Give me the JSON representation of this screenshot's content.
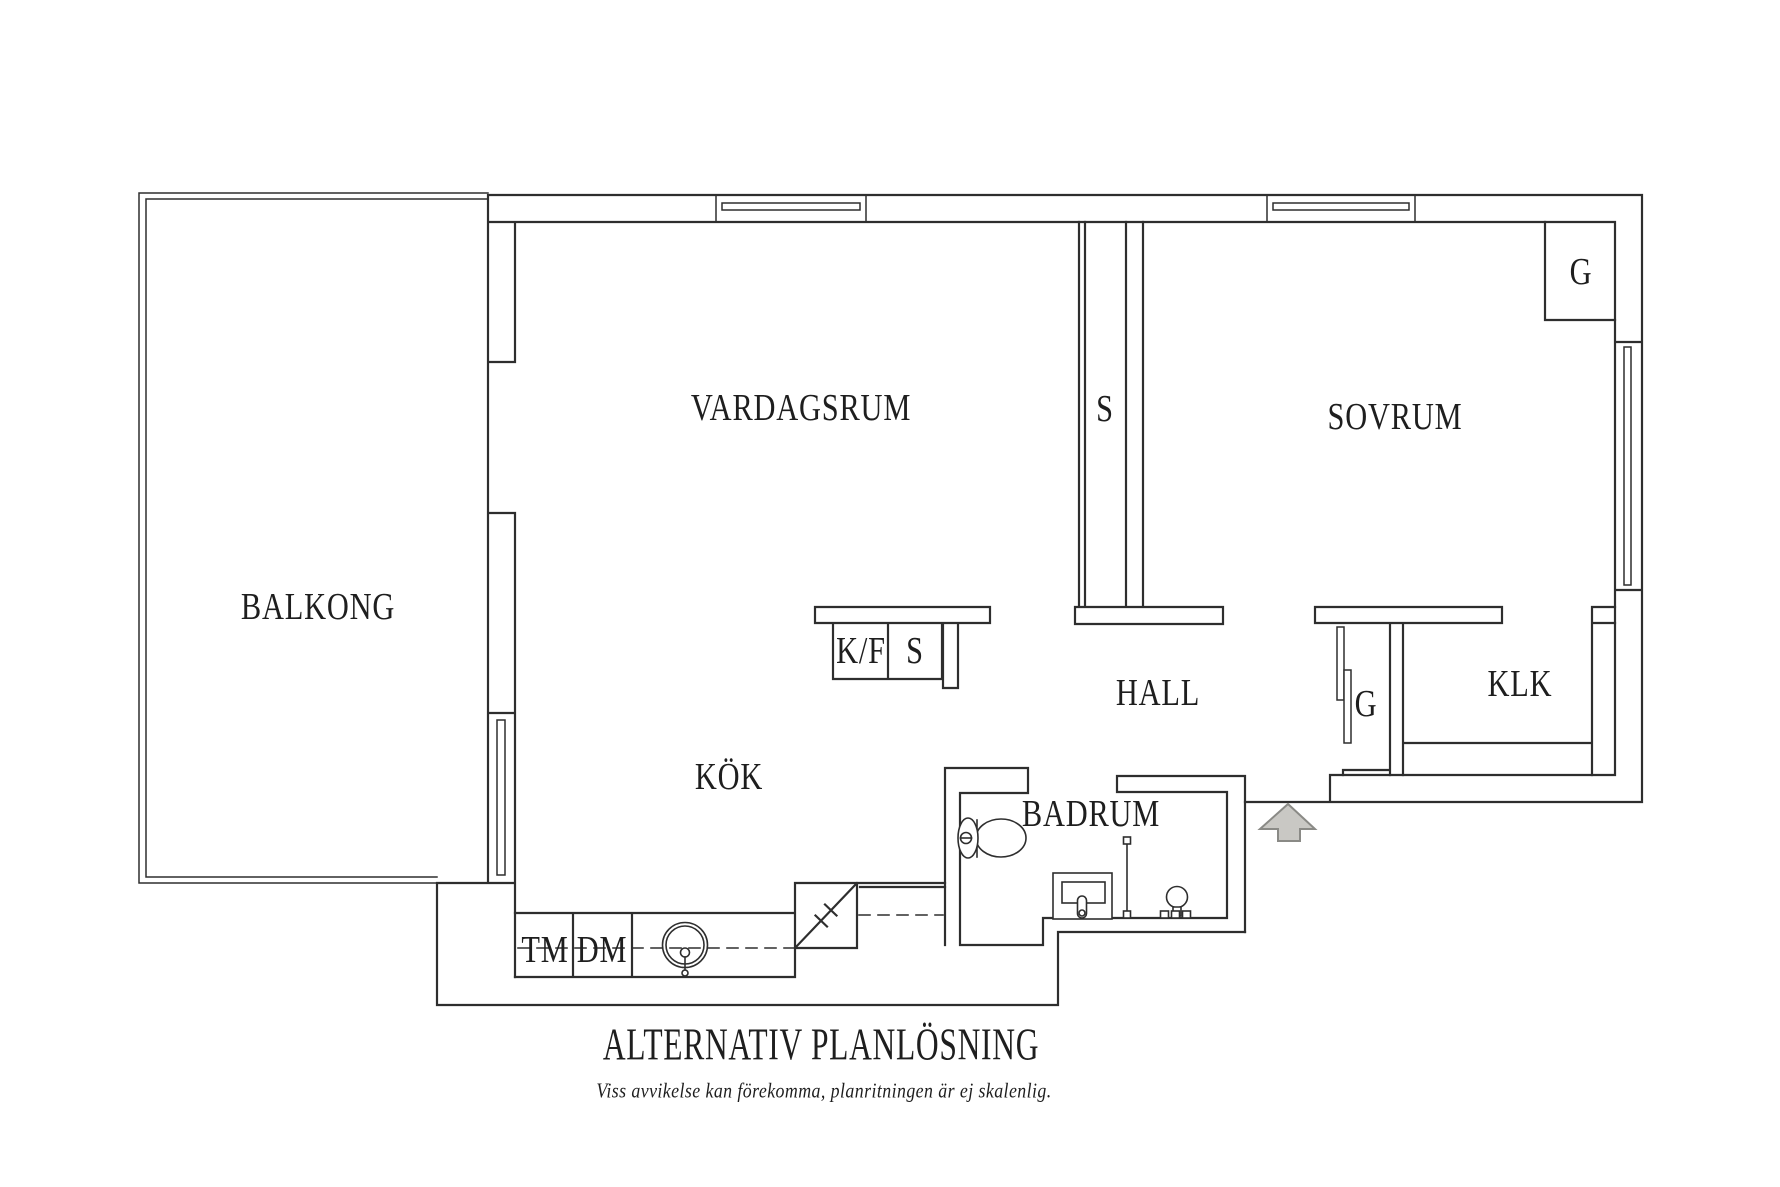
{
  "plan": {
    "title": "ALTERNATIV PLANLÖSNING",
    "disclaimer": "Viss avvikelse kan förekomma, planritningen är ej skalenlig.",
    "rooms": {
      "balkong": "BALKONG",
      "vardagsrum": "VARDAGSRUM",
      "sovrum": "SOVRUM",
      "kok": "KÖK",
      "hall": "HALL",
      "badrum": "BADRUM",
      "klk": "KLK"
    },
    "markers": {
      "s_wardrobe": "S",
      "g_bedroom": "G",
      "g_hall": "G",
      "kf_fridge_freezer": "K/F",
      "s_pantry": "S",
      "tm_washer": "TM",
      "dm_dishwasher": "DM"
    },
    "colors": {
      "line": "#2e2e2e",
      "text": "#1e1e1e",
      "arrow_fill": "#c9c8c4",
      "arrow_stroke": "#8a8a86",
      "background": "#ffffff"
    }
  }
}
